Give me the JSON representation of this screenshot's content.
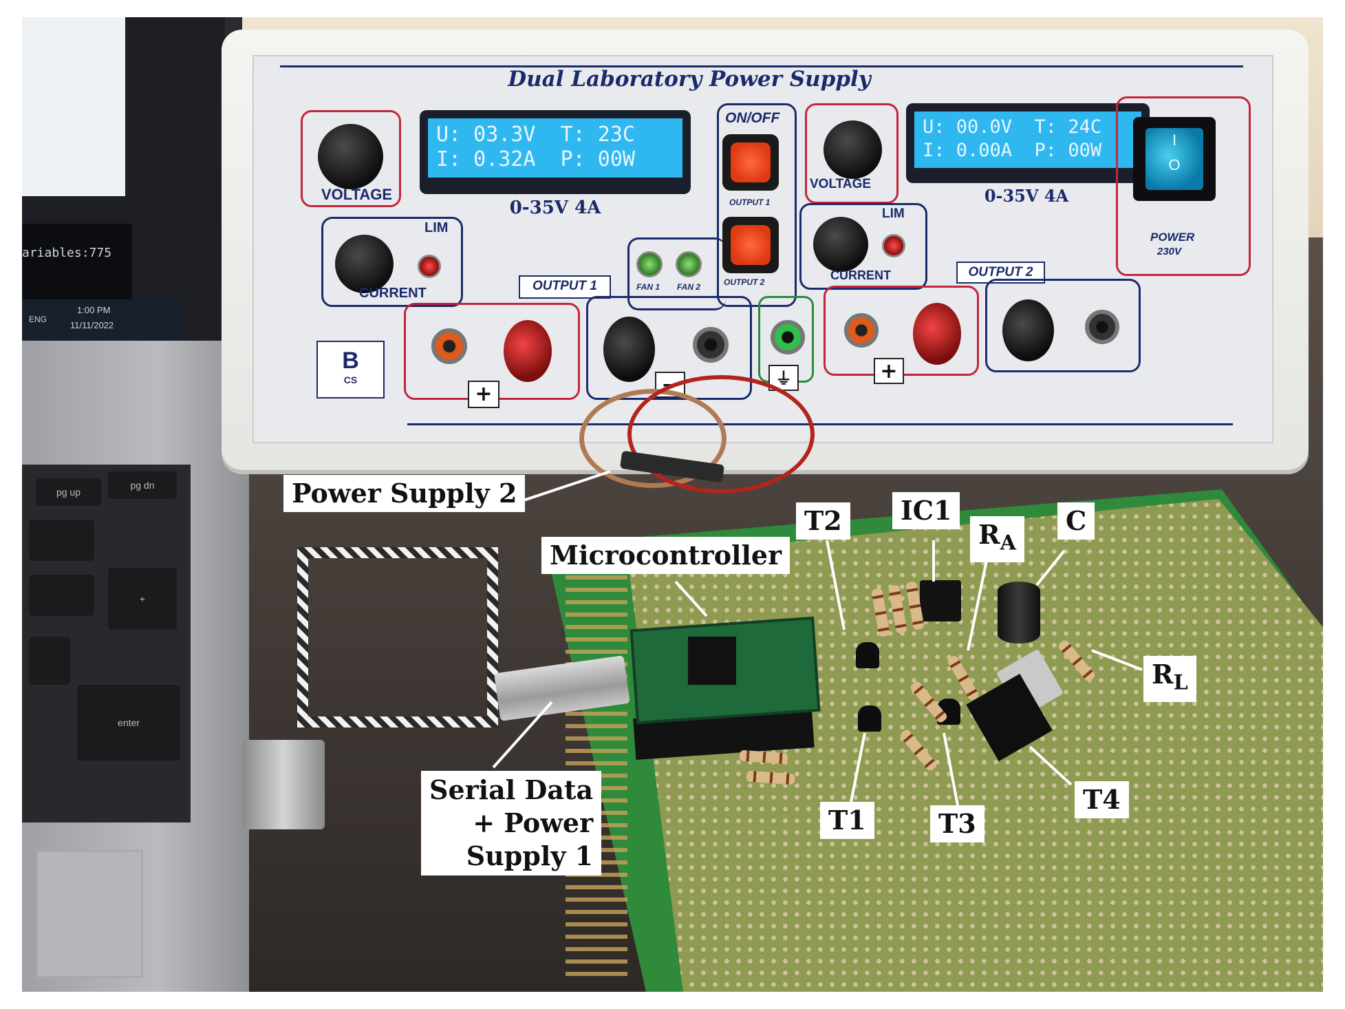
{
  "psu": {
    "title": "Dual Laboratory Power Supply",
    "channel1": {
      "lcd_line1": "U: 03.3V  T: 23C",
      "lcd_line2": "I: 0.32A  P: 00W",
      "range": "0-35V 4A",
      "voltage_label": "VOLTAGE",
      "current_label": "CURRENT",
      "lim_label": "LIM",
      "output_label": "OUTPUT 1"
    },
    "channel2": {
      "lcd_line1": "U: 00.0V  T: 24C",
      "lcd_line2": "I: 0.00A  P: 00W",
      "range": "0-35V 4A",
      "voltage_label": "VOLTAGE",
      "current_label": "CURRENT",
      "lim_label": "LIM",
      "output_label": "OUTPUT 2"
    },
    "onoff_label": "ON/OFF",
    "output1_small": "OUTPUT 1",
    "output2_small": "OUTPUT 2",
    "fan1_label": "FAN 1",
    "fan2_label": "FAN 2",
    "power_label_1": "POWER",
    "power_label_2": "230V",
    "plus_symbol": "+",
    "minus_symbol": "−",
    "ground_symbol": "⏚",
    "logo_letters": "B",
    "logo_sub": "CS",
    "rocker_on": "I",
    "rocker_off": "O"
  },
  "laptop": {
    "console_text": "ariables:775",
    "clock_time": "1:00 PM",
    "clock_date": "11/11/2022",
    "lang": "ENG",
    "keys": [
      "pg up",
      "pg dn",
      "+",
      "enter"
    ]
  },
  "annotations": {
    "power_supply_2": "Power Supply 2",
    "microcontroller": "Microcontroller",
    "t2": "T2",
    "ic1": "IC1",
    "ra_main": "R",
    "ra_sub": "A",
    "c": "C",
    "rl_main": "R",
    "rl_sub": "L",
    "t1": "T1",
    "t3": "T3",
    "t4": "T4",
    "serial_line1": "Serial Data",
    "serial_line2": "+ Power",
    "serial_line3": "Supply 1"
  },
  "colors": {
    "panel_navy": "#1a2a6a",
    "panel_red": "#c2263b",
    "lcd_blue": "#2fb8f0",
    "pcb_green": "#2f8a3c"
  }
}
